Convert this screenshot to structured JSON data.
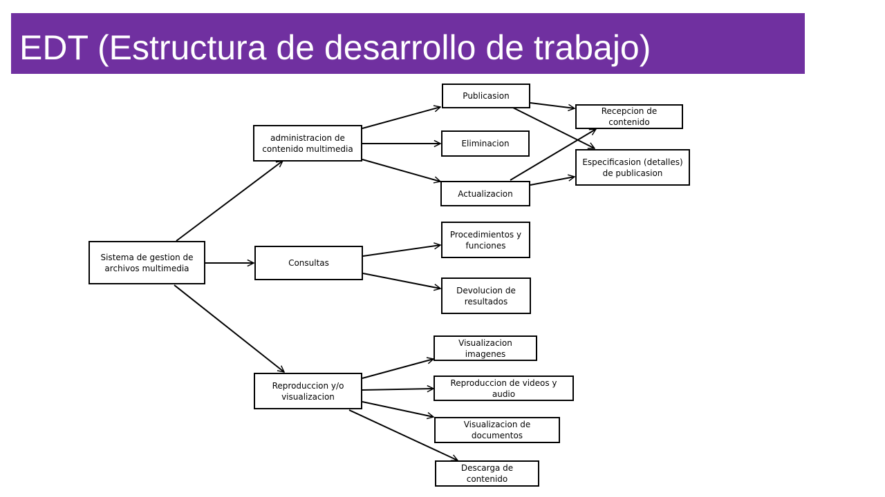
{
  "title": "EDT (Estructura de desarrollo de trabajo)",
  "colors": {
    "title_background": "#7030a0",
    "title_text": "#ffffff",
    "stroke": "#000000"
  },
  "nodes": {
    "root": "Sistema de gestion de\narchivos multimedia",
    "admin": "administracion de\ncontenido multimedia",
    "consultas": "Consultas",
    "reproduccion": "Reproduccion y/o\nvisualizacion",
    "publicacion": "Publicasion",
    "eliminacion": "Eliminacion",
    "actualizacion": "Actualizacion",
    "recepcion": "Recepcion de contenido",
    "especificacion": "Especificasion (detalles)\nde  publicasion",
    "procedimientos": "Procedimientos y\nfunciones",
    "devolucion": "Devolucion de\nresultados",
    "vis_imagenes": "Visualizacion imagenes",
    "rep_videos": "Reproduccion de videos y audio",
    "vis_documentos": "Visualizacion de documentos",
    "descarga": "Descarga de contenido"
  },
  "edges": [
    [
      "root",
      "admin"
    ],
    [
      "root",
      "consultas"
    ],
    [
      "root",
      "reproduccion"
    ],
    [
      "admin",
      "publicacion"
    ],
    [
      "admin",
      "eliminacion"
    ],
    [
      "admin",
      "actualizacion"
    ],
    [
      "publicacion",
      "recepcion"
    ],
    [
      "publicacion",
      "especificacion"
    ],
    [
      "actualizacion",
      "recepcion"
    ],
    [
      "actualizacion",
      "especificacion"
    ],
    [
      "consultas",
      "procedimientos"
    ],
    [
      "consultas",
      "devolucion"
    ],
    [
      "reproduccion",
      "vis_imagenes"
    ],
    [
      "reproduccion",
      "rep_videos"
    ],
    [
      "reproduccion",
      "vis_documentos"
    ],
    [
      "reproduccion",
      "descarga"
    ]
  ]
}
